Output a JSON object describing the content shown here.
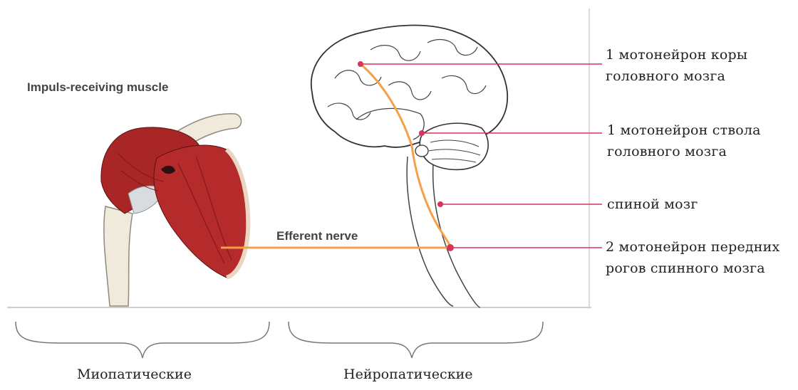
{
  "muscle_label": "Impuls-receiving muscle",
  "nerve_label": "Efferent nerve",
  "right_labels": [
    {
      "line1": "1 мотонейрон коры",
      "line2": "головного мозга"
    },
    {
      "line1": "1 мотонейрон ствола",
      "line2": "головного мозга"
    },
    {
      "line1": "спиной мозг",
      "line2": ""
    },
    {
      "line1": "2 мотонейрон передних",
      "line2": "рогов спинного мозга"
    }
  ],
  "bottom_labels": {
    "left": "Миопатические",
    "right": "Нейропатические"
  },
  "colors": {
    "pointer_line": "#d4365a",
    "nerve_path": "#f5a04a",
    "muscle": "#b52a2a",
    "outline": "#333333"
  }
}
